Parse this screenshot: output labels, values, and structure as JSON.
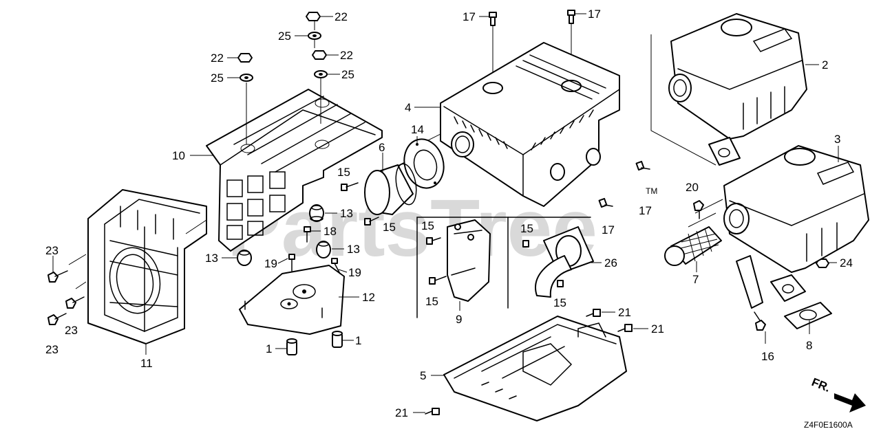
{
  "diagram": {
    "watermark": "PartsTree",
    "trademark": "TM",
    "diagram_code": "Z4F0E1600A",
    "front_indicator": "FR.",
    "callouts": [
      {
        "id": "c22a",
        "label": "22"
      },
      {
        "id": "c25a",
        "label": "25"
      },
      {
        "id": "c22b",
        "label": "22"
      },
      {
        "id": "c25b",
        "label": "25"
      },
      {
        "id": "c22c",
        "label": "22"
      },
      {
        "id": "c25c",
        "label": "25"
      },
      {
        "id": "c17a",
        "label": "17"
      },
      {
        "id": "c17b",
        "label": "17"
      },
      {
        "id": "c2",
        "label": "2"
      },
      {
        "id": "c4",
        "label": "4"
      },
      {
        "id": "c14",
        "label": "14"
      },
      {
        "id": "c6",
        "label": "6"
      },
      {
        "id": "c10",
        "label": "10"
      },
      {
        "id": "c15a",
        "label": "15"
      },
      {
        "id": "c3",
        "label": "3"
      },
      {
        "id": "c20",
        "label": "20"
      },
      {
        "id": "c17c",
        "label": "17"
      },
      {
        "id": "c17d",
        "label": "17"
      },
      {
        "id": "c13a",
        "label": "13"
      },
      {
        "id": "c15b",
        "label": "15"
      },
      {
        "id": "c18",
        "label": "18"
      },
      {
        "id": "c15c",
        "label": "15"
      },
      {
        "id": "c15d",
        "label": "15"
      },
      {
        "id": "c13b",
        "label": "13"
      },
      {
        "id": "c23a",
        "label": "23"
      },
      {
        "id": "c13c",
        "label": "13"
      },
      {
        "id": "c19a",
        "label": "19"
      },
      {
        "id": "c19b",
        "label": "19"
      },
      {
        "id": "c26",
        "label": "26"
      },
      {
        "id": "c24",
        "label": "24"
      },
      {
        "id": "c7",
        "label": "7"
      },
      {
        "id": "c12",
        "label": "12"
      },
      {
        "id": "c15e",
        "label": "15"
      },
      {
        "id": "c15f",
        "label": "15"
      },
      {
        "id": "c23b",
        "label": "23"
      },
      {
        "id": "c9",
        "label": "9"
      },
      {
        "id": "c21a",
        "label": "21"
      },
      {
        "id": "c21b",
        "label": "21"
      },
      {
        "id": "c23c",
        "label": "23"
      },
      {
        "id": "c16",
        "label": "16"
      },
      {
        "id": "c8",
        "label": "8"
      },
      {
        "id": "c1a",
        "label": "1"
      },
      {
        "id": "c1b",
        "label": "1"
      },
      {
        "id": "c11",
        "label": "11"
      },
      {
        "id": "c5",
        "label": "5"
      },
      {
        "id": "c21c",
        "label": "21"
      }
    ]
  }
}
